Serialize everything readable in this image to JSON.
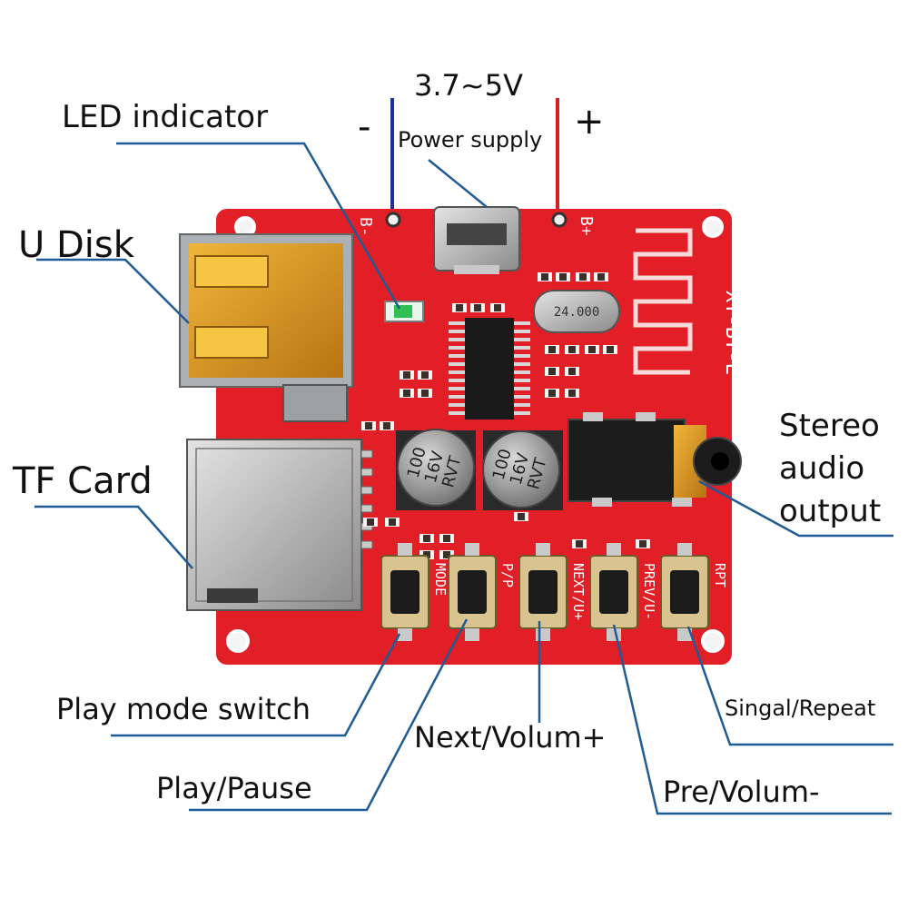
{
  "title": {
    "voltage": "3.7~5V",
    "power_supply": "Power supply",
    "minus": "-",
    "plus": "+"
  },
  "labels": {
    "led_indicator": "LED indicator",
    "u_disk": "U Disk",
    "tf_card": "TF Card",
    "stereo_audio_output": "Stereo audio output",
    "play_mode_switch": "Play mode switch",
    "play_pause": "Play/Pause",
    "next_volume_up": "Next/Volum+",
    "pre_volume_down": "Pre/Volum-",
    "single_repeat": "Singal/Repeat"
  },
  "board": {
    "model": "XY-BT-L",
    "pad_negative": "B-",
    "pad_positive": "B+",
    "crystal": "24.000",
    "capacitor_text": [
      "100",
      "16V",
      "RVT"
    ],
    "button_silk": [
      "MODE",
      "P/P",
      "NEXT/U+",
      "PREV/U-",
      "RPT"
    ]
  },
  "colors": {
    "pcb_red": "#e21f26",
    "negative_wire": "#1f2fa0",
    "positive_wire": "#d42020",
    "leader_line": "#1f5b94"
  }
}
